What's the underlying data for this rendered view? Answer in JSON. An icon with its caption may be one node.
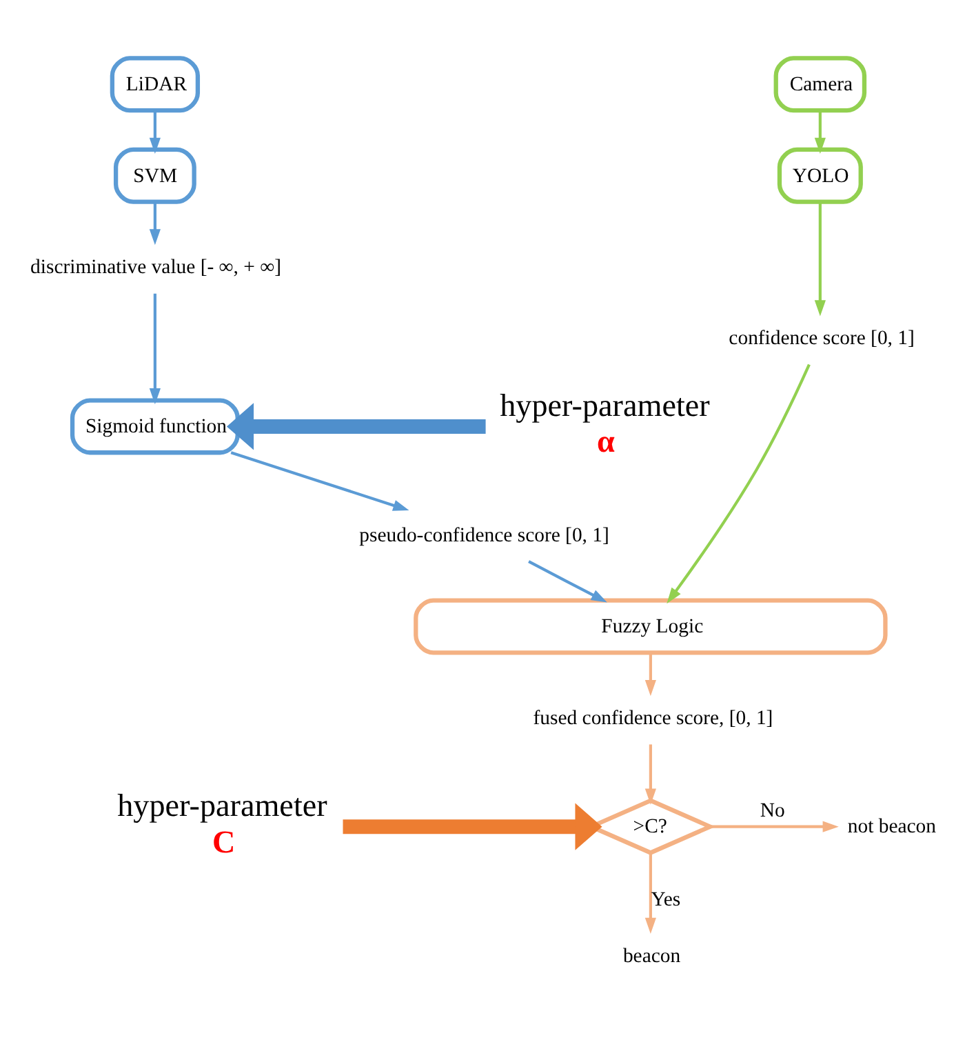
{
  "diagram": {
    "nodes": [
      {
        "text": [
          "LiDAR"
        ]
      },
      {
        "text": [
          "SVM"
        ]
      },
      {
        "text": [
          "discriminative value [- ∞, + ∞]"
        ]
      },
      {
        "text": [
          "Sigmoid function"
        ]
      },
      {
        "text": [
          "pseudo-confidence score [0, 1]"
        ]
      },
      {
        "text": [
          "Camera"
        ]
      },
      {
        "text": [
          "YOLO"
        ]
      },
      {
        "text": [
          "confidence score [0, 1]"
        ]
      },
      {
        "text": [
          "Fuzzy Logic"
        ]
      },
      {
        "text": [
          "fused confidence score, [0, 1]"
        ]
      },
      {
        "text": [
          ">C?"
        ]
      },
      {
        "text": [
          "not beacon"
        ]
      },
      {
        "text": [
          "beacon"
        ]
      },
      {
        "text": [
          "hyper-parameter"
        ],
        "beside": [
          "α"
        ]
      },
      {
        "text": [
          "hyper-parameter"
        ],
        "beside": [
          "C"
        ]
      }
    ],
    "edges": [
      {
        "from": 0,
        "to": 1,
        "arrow": "to"
      },
      {
        "from": 1,
        "to": 2,
        "arrow": "to"
      },
      {
        "from": 2,
        "to": 3,
        "arrow": "to"
      },
      {
        "from": 3,
        "to": 4,
        "arrow": "to"
      },
      {
        "from": 4,
        "to": 8,
        "arrow": "to"
      },
      {
        "from": 5,
        "to": 6,
        "arrow": "to",
        "color": "#92d050"
      },
      {
        "from": 6,
        "to": 7,
        "arrow": "to",
        "color": "#92d050"
      },
      {
        "from": 7,
        "to": 8,
        "arrow": "to",
        "color": "#92d050"
      },
      {
        "from": 8,
        "to": 9,
        "arrow": "to",
        "color": "#f4b183"
      },
      {
        "from": 9,
        "to": 10,
        "arrow": "to",
        "color": "#f4b183"
      },
      {
        "from": 10,
        "to": 11,
        "arrow": "to",
        "label": "No",
        "color": "#f4b183"
      },
      {
        "from": 10,
        "to": 12,
        "arrow": "to",
        "label": "Yes",
        "color": "#f4b183"
      },
      {
        "from": 13,
        "to": 3,
        "arrow": "to",
        "style": "thick",
        "color": "#4f8fcc"
      },
      {
        "from": 14,
        "to": 10,
        "arrow": "to",
        "style": "thick",
        "color": "#ed7d31"
      }
    ]
  }
}
